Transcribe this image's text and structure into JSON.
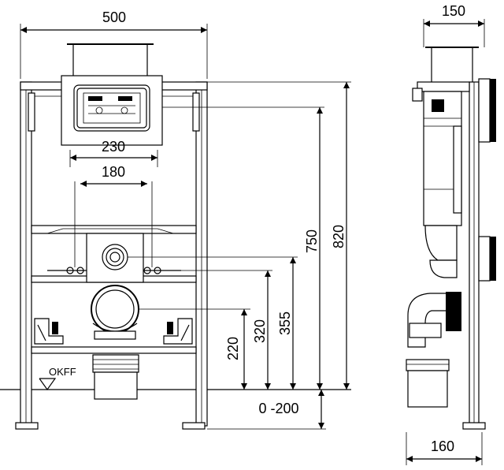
{
  "front_view": {
    "width": "500",
    "plate_width": "230",
    "bolt_spacing": "180",
    "height_mount": "820",
    "height_actuator": "750",
    "height_upper_pipe": "355",
    "height_bolts": "320",
    "height_lower_pipe": "220",
    "floor_label": "OKFF",
    "adjust_range": "0 -200"
  },
  "side_view": {
    "depth_top": "150",
    "depth_bottom": "160"
  }
}
